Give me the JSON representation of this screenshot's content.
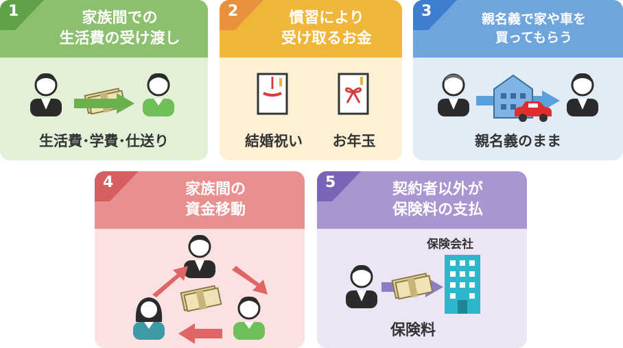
{
  "colors": {
    "green_head": "#8cc06e",
    "green_tab": "#5fa147",
    "green_body": "#e3f0d8",
    "orange_head": "#f0b63a",
    "orange_tab": "#e8913a",
    "orange_body": "#fdf0d5",
    "blue_head": "#6ea5dd",
    "blue_tab": "#3d7ed0",
    "blue_body": "#e1ecf7",
    "red_head": "#e88f8f",
    "red_tab": "#d65e5e",
    "red_body": "#fbe1e1",
    "purple_head": "#a996d0",
    "purple_tab": "#7b64b8",
    "purple_body": "#ebe5f4"
  },
  "cards": {
    "c1": {
      "number": "1",
      "title_line1": "家族間での",
      "title_line2": "生活費の受け渡し",
      "caption": "生活費･学費･仕送り"
    },
    "c2": {
      "number": "2",
      "title_line1": "慣習により",
      "title_line2": "受け取るお金",
      "caption_left": "結婚祝い",
      "caption_right": "お年玉"
    },
    "c3": {
      "number": "3",
      "title_line1": "親名義で家や車を",
      "title_line2": "買ってもらう",
      "caption": "親名義のまま"
    },
    "c4": {
      "number": "4",
      "title_line1": "家族間の",
      "title_line2": "資金移動"
    },
    "c5": {
      "number": "5",
      "title_line1": "契約者以外が",
      "title_line2": "保険料の支払",
      "company_label": "保険会社",
      "caption": "保険料"
    }
  },
  "icons": [
    "person-icon",
    "money-stack-icon",
    "arrow-right-icon",
    "gift-envelope-icon",
    "building-icon",
    "car-icon",
    "office-building-icon"
  ]
}
